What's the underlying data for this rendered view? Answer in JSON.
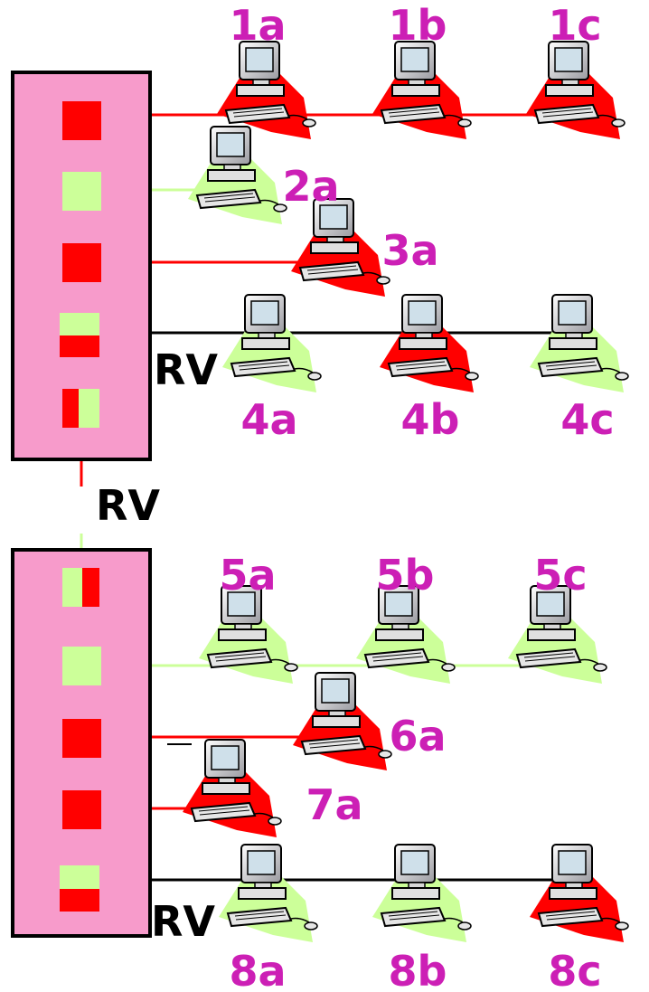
{
  "colors": {
    "switch_fill": "#f79bcb",
    "switch_border": "#000000",
    "port_red": "#ff0000",
    "port_green": "#ccff99",
    "line_black": "#000000",
    "label_magenta": "#cc1fb5"
  },
  "labels": {
    "rv_top": "RV",
    "rv_link": "RV",
    "rv_bottom": "RV"
  },
  "computers": {
    "c1a": {
      "label": "1a",
      "backdrop": "red"
    },
    "c1b": {
      "label": "1b",
      "backdrop": "red"
    },
    "c1c": {
      "label": "1c",
      "backdrop": "red"
    },
    "c2a": {
      "label": "2a",
      "backdrop": "green"
    },
    "c3a": {
      "label": "3a",
      "backdrop": "red"
    },
    "c4a": {
      "label": "4a",
      "backdrop": "green"
    },
    "c4b": {
      "label": "4b",
      "backdrop": "red"
    },
    "c4c": {
      "label": "4c",
      "backdrop": "green"
    },
    "c5a": {
      "label": "5a",
      "backdrop": "green"
    },
    "c5b": {
      "label": "5b",
      "backdrop": "green"
    },
    "c5c": {
      "label": "5c",
      "backdrop": "green"
    },
    "c6a": {
      "label": "6a",
      "backdrop": "red"
    },
    "c7a": {
      "label": "7a",
      "backdrop": "red"
    },
    "c8a": {
      "label": "8a",
      "backdrop": "green"
    },
    "c8b": {
      "label": "8b",
      "backdrop": "green"
    },
    "c8c": {
      "label": "8c",
      "backdrop": "red"
    }
  }
}
